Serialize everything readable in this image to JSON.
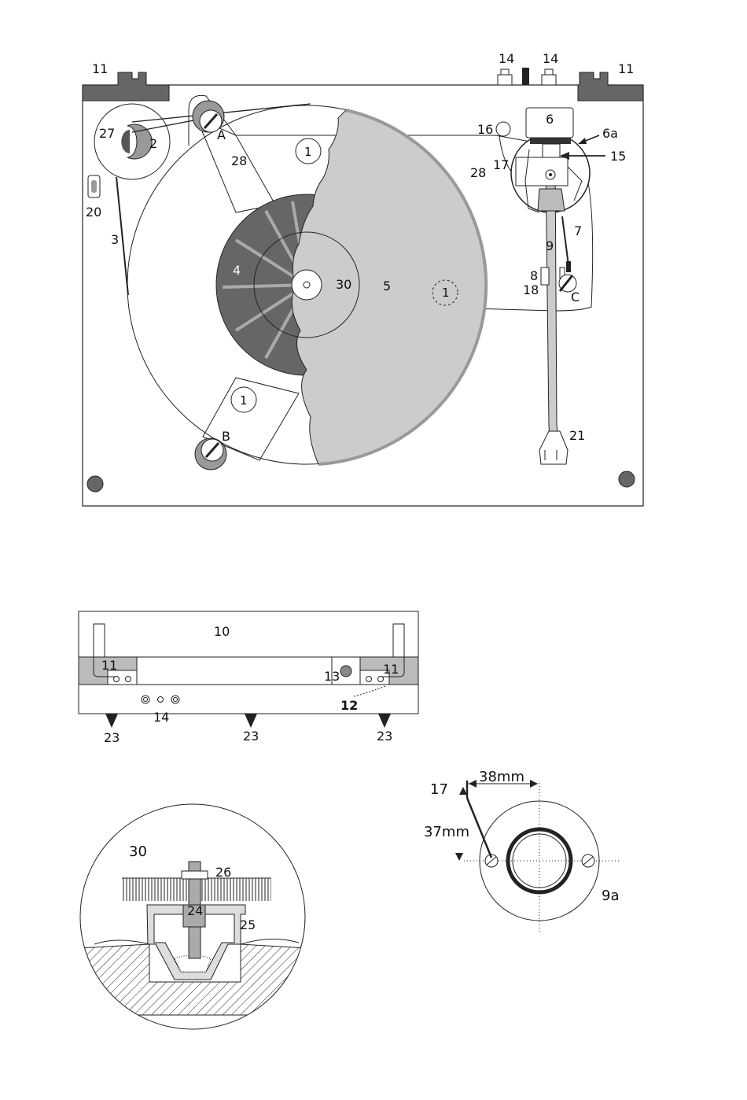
{
  "top_view": {
    "labels": {
      "l11a": "11",
      "l11b": "11",
      "l14a": "14",
      "l14b": "14",
      "l27": "27",
      "l2": "2",
      "lA": "A",
      "l28a": "28",
      "l1a": "1",
      "l20": "20",
      "l3": "3",
      "l4": "4",
      "l30": "30",
      "l5": "5",
      "l1b": "1",
      "l1c": "1",
      "lB": "B",
      "l6": "6",
      "l6a": "6a",
      "l16": "16",
      "l15": "15",
      "l17": "17",
      "l28b": "28",
      "l7": "7",
      "l9": "9",
      "l8": "8",
      "l18": "18",
      "lC": "C",
      "l21": "21"
    }
  },
  "front_view": {
    "labels": {
      "l10": "10",
      "l11a": "11",
      "l11b": "11",
      "l13": "13",
      "l14": "14",
      "l12": "12",
      "l23a": "23",
      "l23b": "23",
      "l23c": "23"
    }
  },
  "detail_30": {
    "labels": {
      "l30": "30",
      "l26": "26",
      "l24": "24",
      "l25": "25"
    }
  },
  "detail_9a": {
    "labels": {
      "l17": "17",
      "l38": "38mm",
      "l37": "37mm",
      "l9a": "9a"
    }
  },
  "colors": {
    "line": "#222222",
    "dark_gray": "#666666",
    "mid_gray": "#aaaaaa",
    "platter": "#cccccc",
    "light_gray": "#bbbbbb",
    "deck": "#ffffff"
  }
}
